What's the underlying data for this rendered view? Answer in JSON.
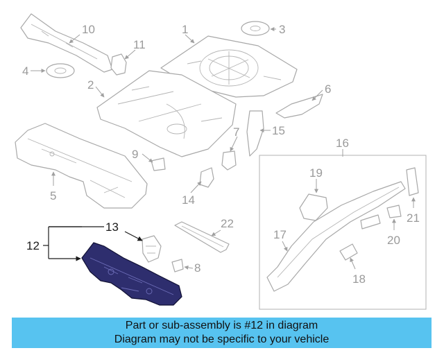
{
  "diagram": {
    "callouts": [
      "1",
      "2",
      "3",
      "4",
      "5",
      "6",
      "7",
      "8",
      "9",
      "10",
      "11",
      "12",
      "13",
      "14",
      "15",
      "16",
      "17",
      "18",
      "19",
      "20",
      "21",
      "22"
    ],
    "highlighted_part": "12"
  },
  "banner": {
    "line1": "Part or sub-assembly is #12 in diagram",
    "line2": "Diagram may not be specific to your vehicle",
    "background_color": "#57c3f0"
  }
}
